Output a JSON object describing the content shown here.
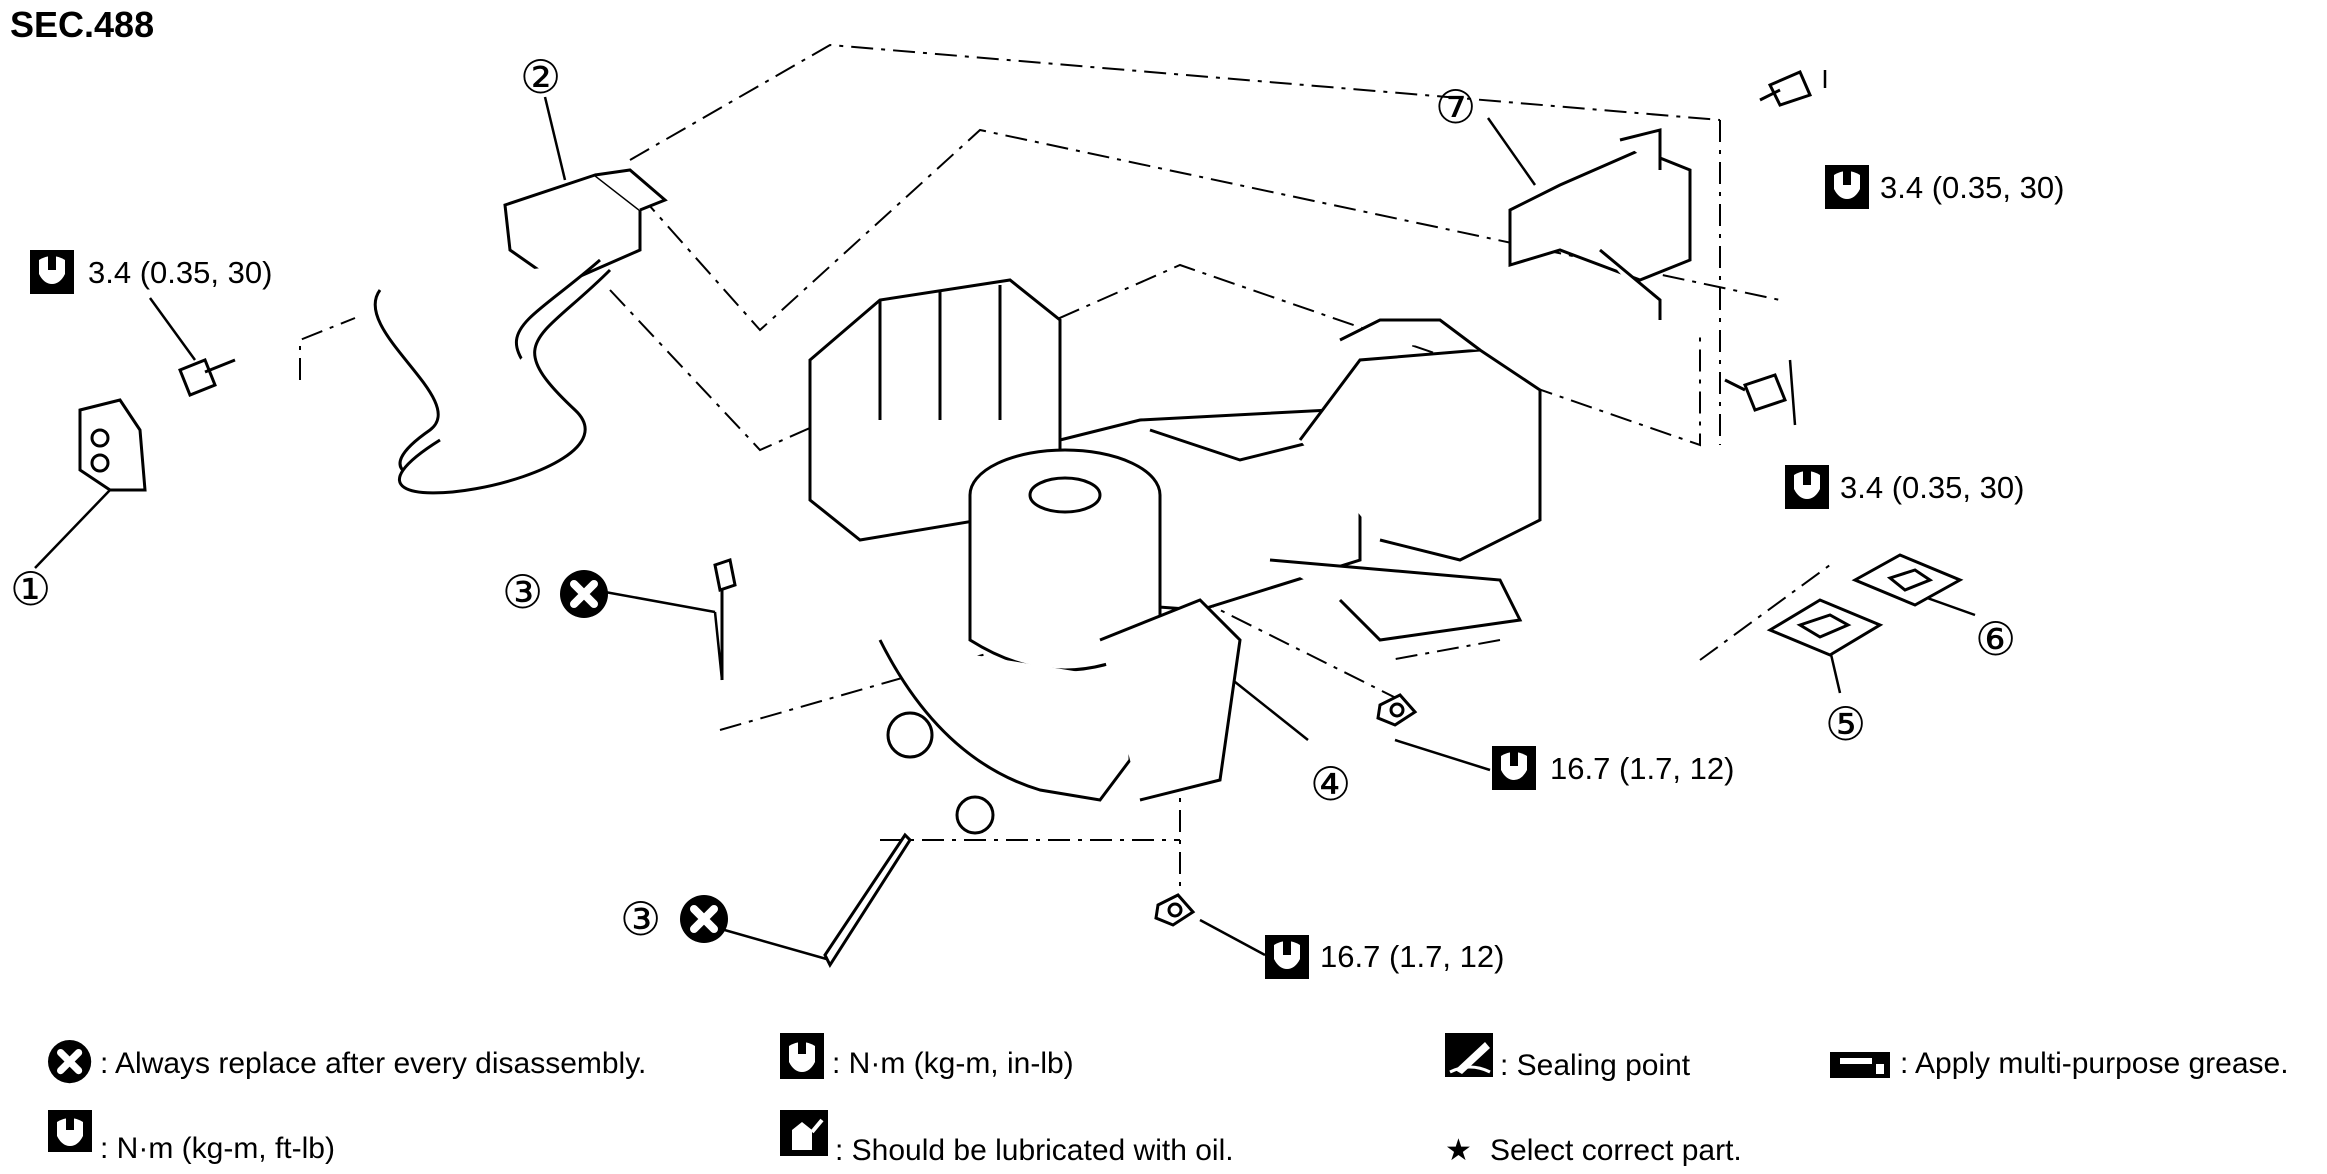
{
  "section": "SEC.488",
  "callouts": [
    "①",
    "②",
    "③",
    "④",
    "⑤",
    "⑥",
    "⑦"
  ],
  "torques": {
    "bolt_left": "3.4 (0.35, 30)",
    "bolt_top_right": "3.4 (0.35, 30)",
    "bolt_mid_right": "3.4 (0.35, 30)",
    "nut_right": "16.7 (1.7, 12)",
    "nut_bottom": "16.7 (1.7, 12)"
  },
  "legend": {
    "replace": ": Always replace after every disassembly.",
    "torque_inlb": ": N·m (kg-m, in-lb)",
    "sealing": ": Sealing point",
    "grease": ": Apply multi-purpose grease.",
    "torque_ftlb": ": N·m (kg-m, ft-lb)",
    "lubricate": ": Should be lubricated with oil.",
    "select_part": "Select correct part."
  },
  "icons": {
    "replace": "x-circle-icon",
    "torque_inlb": "wrench-torque-icon",
    "torque_ftlb": "wrench-torque-icon",
    "sealing": "sealing-icon",
    "grease": "grease-icon",
    "lubricate": "oil-can-icon",
    "select_part": "star-icon"
  }
}
